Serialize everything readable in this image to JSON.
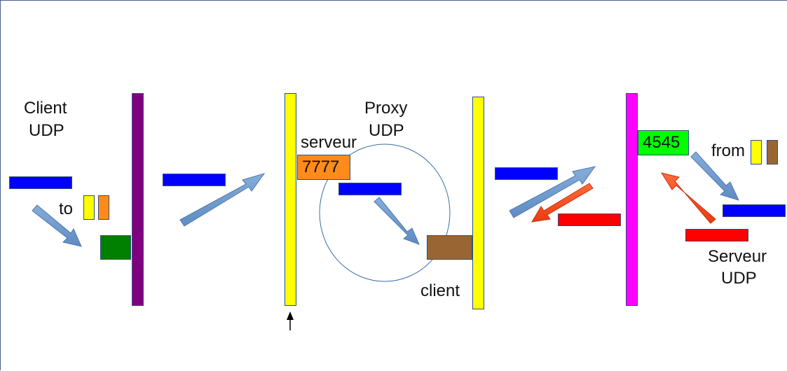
{
  "labels": {
    "client_udp_line1": "Client",
    "client_udp_line2": "UDP",
    "to": "to",
    "proxy_udp_line1": "Proxy",
    "proxy_udp_line2": "UDP",
    "serveur": "serveur",
    "client": "client",
    "from": "from",
    "serveur_udp_line1": "Serveur",
    "serveur_udp_line2": "UDP"
  },
  "ports": {
    "proxy_port": "7777",
    "server_port": "4545"
  },
  "colors": {
    "client_socket": "#800080",
    "proxy_server_socket": "#ffff00",
    "proxy_client_socket": "#ffff00",
    "server_socket": "#ff00ff",
    "packet_blue": "#0000ff",
    "packet_red": "#ff0000",
    "client_port": "#008000",
    "proxy_port": "#ff8c1a",
    "proxy_client_port": "#996633",
    "server_port": "#00ff00",
    "arrow_blue": "#6f9bd1",
    "arrow_red": "#ff4a1a"
  }
}
